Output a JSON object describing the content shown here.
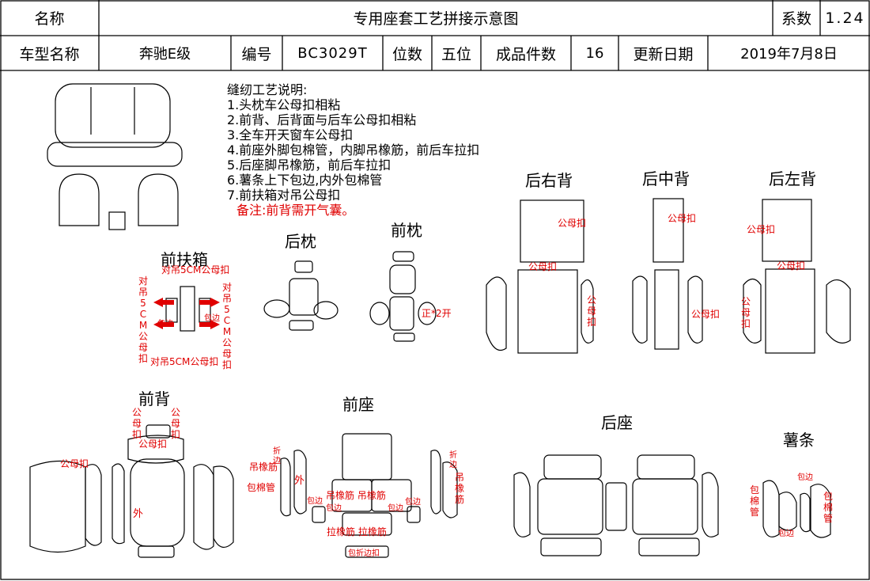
{
  "header": {
    "name_label": "名称",
    "title": "专用座套工艺拼接示意图",
    "coef_label": "系数",
    "coef_value": "1.24",
    "model_label": "车型名称",
    "model_value": "奔驰E级",
    "code_label": "编号",
    "code_value": "BC3029T",
    "seats_label": "位数",
    "seats_value": "五位",
    "pieces_label": "成品件数",
    "pieces_value": "16",
    "date_label": "更新日期",
    "date_value": "2019年7月8日"
  },
  "notes": {
    "title": "缝纫工艺说明:",
    "items": [
      "1.头枕车公母扣相粘",
      "2.前背、后背面与后车公母扣相粘",
      "3.全车开天窗车公母扣",
      "4.前座外脚包棉管，内脚吊橡筋，前后车拉扣",
      "5.后座脚吊橡筋，前后车拉扣",
      "6.薯条上下包边,内外包棉管",
      "7.前扶箱对吊公母扣"
    ],
    "remark": "备注:前背需开气囊。"
  },
  "sections": {
    "armrest": "前扶箱",
    "rear_headrest": "后枕",
    "front_headrest": "前枕",
    "rear_right_back": "后右背",
    "rear_middle_back": "后中背",
    "rear_left_back": "后左背",
    "front_back": "前背",
    "front_seat": "前座",
    "rear_seat": "后座",
    "fries": "薯条"
  },
  "annotations": {
    "armrest_top": "对吊5CM公母扣",
    "armrest_bottom": "对吊5CM公母扣",
    "armrest_left": "对吊5CM公母扣",
    "armrest_right": "对吊5CM公母扣",
    "armrest_wrap_left": "包边",
    "armrest_wrap_right": "包边",
    "front_headrest_note": "正*2开",
    "rrb_top": "公母扣",
    "rrb_mid": "公母扣",
    "rrb_side": "公母扣",
    "rmb_top": "公母扣",
    "rmb_bottom": "公母扣",
    "rlb_top": "公母扣",
    "rlb_mid": "公母扣",
    "rlb_side": "公母扣",
    "fb_left_vert": "公母扣",
    "fb_right_vert": "公母扣",
    "fb_center": "公母扣",
    "fb_side": "公母扣",
    "fb_outer": "外",
    "fs_fold_left": "折边",
    "fs_elastic_left": "吊橡筋",
    "fs_tube_left": "包棉管",
    "fs_outer": "外",
    "fs_elastic_center": "吊橡筋  吊橡筋",
    "fs_wrap_a": "包边",
    "fs_wrap_b": "包边",
    "fs_wrap_c": "包边",
    "fs_wrap_d": "包边",
    "fs_pull": "拉橡筋 拉橡筋",
    "fs_bottom": "包折边扣",
    "fs_fold_right": "折边",
    "fs_elastic_right": "吊橡筋",
    "fries_tube_left": "包棉管",
    "fries_wrap_top": "包边",
    "fries_wrap_bottom": "包边",
    "fries_tube_right": "包棉管"
  },
  "colors": {
    "red": "#e00000",
    "line": "#000000"
  }
}
